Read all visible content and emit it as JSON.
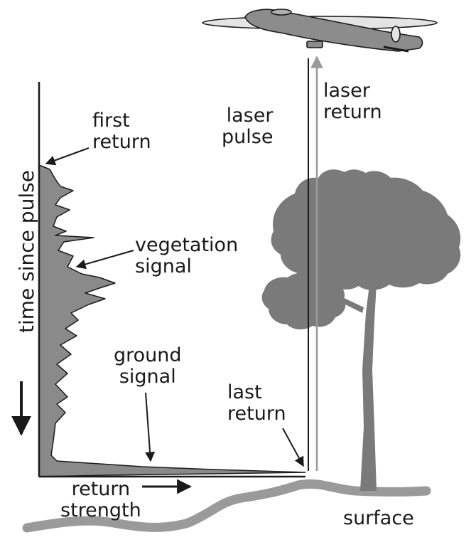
{
  "labels": {
    "first_return": "first\nreturn",
    "vegetation_signal": "vegetation\nsignal",
    "ground_signal": "ground\nsignal",
    "last_return": "last\nreturn",
    "laser_pulse": "laser\npulse",
    "laser_return": "laser\nreturn",
    "time_since_pulse": "time since pulse",
    "return_strength": "return\nstrength",
    "surface": "surface"
  },
  "colors": {
    "ink": "#1a1a1a",
    "waveform_fill": "#8a8a8a",
    "tree": "#7a7a7a",
    "aircraft": "#8c8c8c",
    "ground": "#9a9a9a",
    "return_beam": "#9a9a9a"
  },
  "icons": {
    "aircraft": "airplane-icon",
    "tree": "tree-icon"
  }
}
